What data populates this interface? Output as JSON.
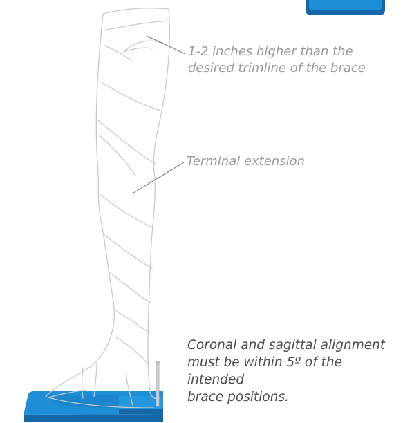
{
  "annotations": {
    "trimline": {
      "line1": "1-2 inches higher than the",
      "line2": "desired trimline of the brace"
    },
    "terminal_extension": "Terminal extension",
    "alignment": {
      "line1": "Coronal and sagittal alignment",
      "line2": "must be within 5º of the intended",
      "line3": "brace positions."
    }
  },
  "colors": {
    "outline": "#c9c9c9",
    "leader": "#6f6f6f",
    "base_top": "#1e8fd6",
    "base_side": "#1467a8",
    "light_text": "#9a9a9a",
    "dark_text": "#4d4d4d"
  }
}
